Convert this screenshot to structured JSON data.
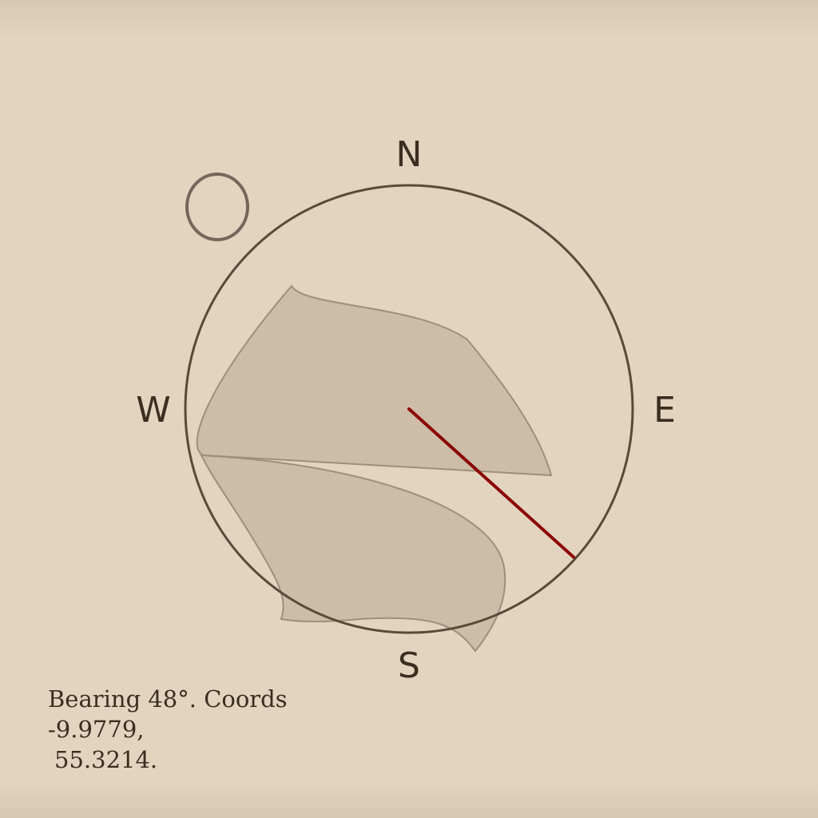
{
  "compass": {
    "north": "N",
    "east": "E",
    "south": "S",
    "west": "W",
    "bearing_deg": 48,
    "ring_color": "#5a4a3a",
    "needle_color": "#8b0000",
    "land_color": "#cdbda8"
  },
  "caption": {
    "line1": "Bearing 48°. Coords -9.9779,",
    "line2": "55.3214."
  }
}
